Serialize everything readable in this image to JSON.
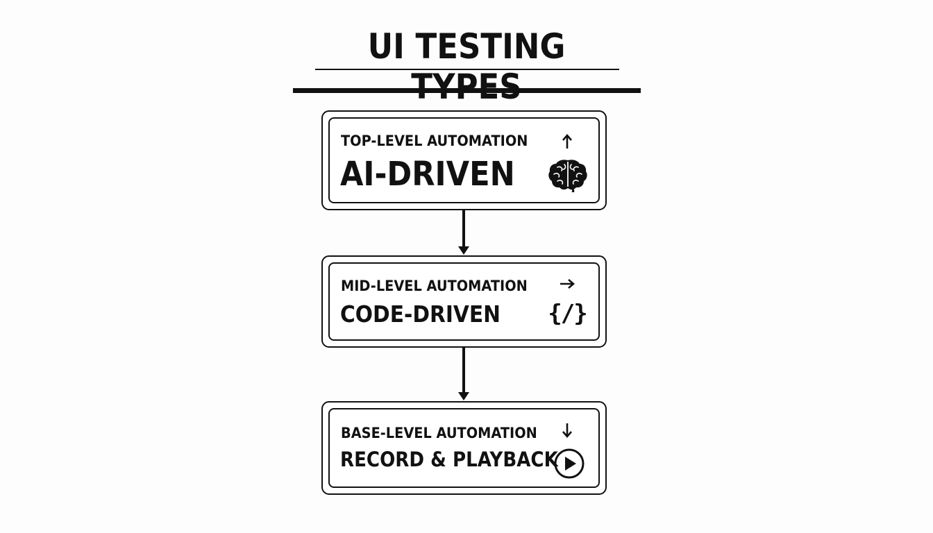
{
  "title": "UI TESTING TYPES",
  "levels": [
    {
      "level_label": "TOP-LEVEL AUTOMATION",
      "name": "AI-DRIVEN",
      "direction_icon": "arrow-up-icon",
      "icon": "brain-icon"
    },
    {
      "level_label": "MID-LEVEL AUTOMATION",
      "name": "CODE-DRIVEN",
      "direction_icon": "arrow-right-icon",
      "icon": "code-icon",
      "icon_glyph": "{/}"
    },
    {
      "level_label": "BASE-LEVEL AUTOMATION",
      "name": "RECORD & PLAYBACK",
      "direction_icon": "arrow-down-icon",
      "icon": "play-icon"
    }
  ],
  "colors": {
    "background": "#fdfdfd",
    "ink": "#111111",
    "box_fill": "#ffffff"
  }
}
